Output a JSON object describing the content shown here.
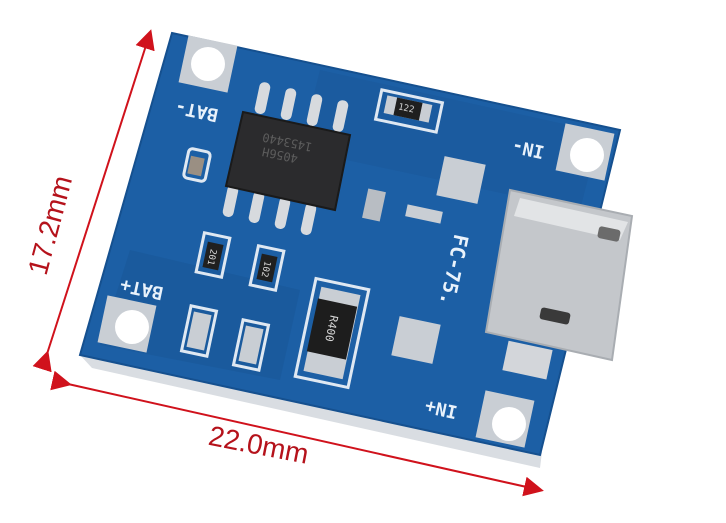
{
  "image": {
    "subject": "TP4056 lithium battery charger module",
    "background_color": "#ffffff",
    "board_color": "#1e63a8",
    "annotation_color": "#c0161f"
  },
  "dimensions": {
    "height_label": "17.2mm",
    "width_label": "22.0mm"
  },
  "silkscreen": {
    "bat_minus": "BAT-",
    "bat_plus": "BAT+",
    "in_minus": "IN-",
    "in_plus": "IN+",
    "fc_label": "FC-75."
  },
  "components": {
    "ic_marking_line1": "4056H",
    "ic_marking_line2": "1453440",
    "resistor_top": "122",
    "resistor_sense": "R400",
    "resistor_small_1": "201",
    "resistor_small_2": "102",
    "connector": "micro-usb-connector"
  }
}
